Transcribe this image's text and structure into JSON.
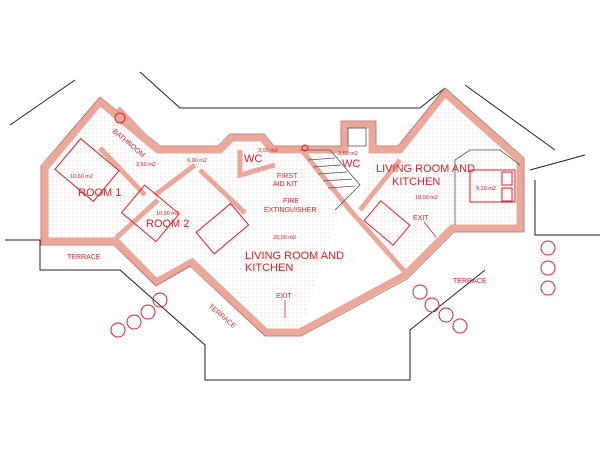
{
  "plan": {
    "rooms": {
      "bathroom": {
        "name": "BATHROOM",
        "area": "3,50 m2"
      },
      "room1": {
        "name": "ROOM 1",
        "area": "10,60 m2"
      },
      "room2": {
        "name": "ROOM 2",
        "area": "10,00 m2"
      },
      "hall": {
        "area": "6,00 m2"
      },
      "wc1": {
        "name": "WC",
        "area": "3,00 m2"
      },
      "wc2": {
        "name": "WC",
        "area": "3,60 m2"
      },
      "living1": {
        "line1": "LIVING ROOM AND",
        "line2": "KITCHEN",
        "area": "28,00 m2"
      },
      "living2": {
        "line1": "LIVING ROOM AND",
        "line2": "KITCHEN",
        "area": "18,00 m2"
      },
      "bedroom3": {
        "area": "9,20 m2"
      }
    },
    "safety": {
      "first_aid_line1": "FIRST",
      "first_aid_line2": "AID KIT",
      "fire_line1": "FIRE",
      "fire_line2": "EXTINGUISHER"
    },
    "exits": {
      "center": "EXIT",
      "right": "EXIT"
    },
    "terraces": {
      "left": "TERRACE",
      "bottom": "TERRACE",
      "right": "TERRACE"
    },
    "colors": {
      "annotation": "#e0202a",
      "wall": "#e9a89a"
    }
  }
}
